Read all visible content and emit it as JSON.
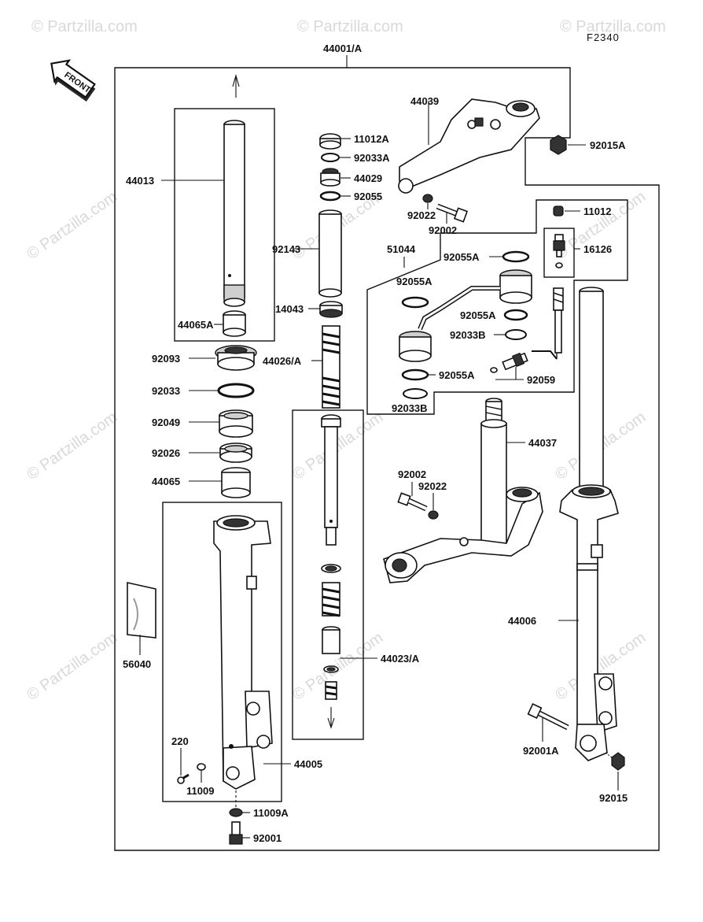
{
  "figure_code": "F2340",
  "front_badge": "FRONT",
  "watermark": "© Partzilla.com",
  "labels": {
    "p44001A": "44001/A",
    "p44039": "44039",
    "p92015A": "92015A",
    "p11012A": "11012A",
    "p92033A": "92033A",
    "p44029": "44029",
    "p92055": "92055",
    "p92022_top": "92022",
    "p92002_top": "92002",
    "p11012": "11012",
    "p16126": "16126",
    "p44013": "44013",
    "p92143": "92143",
    "p51044": "51044",
    "p92055A_1": "92055A",
    "p92055A_2": "92055A",
    "p92055A_3": "92055A",
    "p92055A_4": "92055A",
    "p92033B_1": "92033B",
    "p92033B_2": "92033B",
    "p92059": "92059",
    "p14043": "14043",
    "p44065A": "44065A",
    "p92093": "92093",
    "p44026A": "44026/A",
    "p92033": "92033",
    "p92049": "92049",
    "p92026": "92026",
    "p44065": "44065",
    "p44037": "44037",
    "p92002_mid": "92002",
    "p92022_mid": "92022",
    "p56040": "56040",
    "p44006": "44006",
    "p44023A": "44023/A",
    "p220": "220",
    "p11009": "11009",
    "p44005": "44005",
    "p92001A": "92001A",
    "p11009A": "11009A",
    "p92015": "92015",
    "p92001": "92001"
  }
}
